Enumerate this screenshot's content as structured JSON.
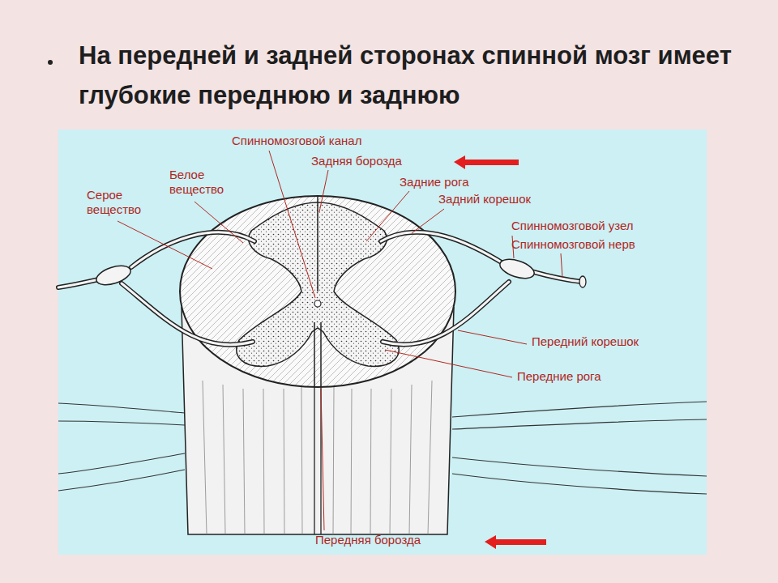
{
  "diagram": {
    "title": "На передней и задней сторонах спинной мозг имеет глубокие переднюю и заднюю",
    "labels": [
      "Спинномозговой канал",
      "Задняя борозда",
      "Белое вещество",
      "Задние рога",
      "Серое вещество",
      "Задний корешок",
      "Спинномозговой узел",
      "Спинномозговой нерв",
      "Передний корешок",
      "Передние рога",
      "Передняя борозда"
    ]
  }
}
